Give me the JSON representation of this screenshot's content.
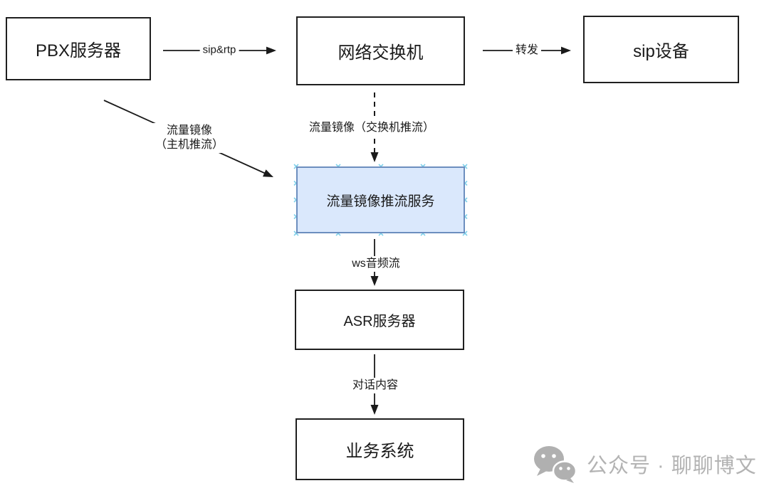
{
  "nodes": {
    "pbx": {
      "label": "PBX服务器"
    },
    "switch": {
      "label": "网络交换机"
    },
    "sip_device": {
      "label": "sip设备"
    },
    "mirror_service": {
      "label": "流量镜像推流服务"
    },
    "asr": {
      "label": "ASR服务器"
    },
    "biz": {
      "label": "业务系统"
    }
  },
  "edges": {
    "sip_rtp": {
      "label": "sip&rtp"
    },
    "forward": {
      "label": "转发"
    },
    "switch_mirror": {
      "label": "流量镜像（交换机推流）"
    },
    "host_mirror": {
      "line1": "流量镜像",
      "line2": "（主机推流）"
    },
    "ws_audio": {
      "label": "ws音频流"
    },
    "dialog": {
      "label": "对话内容"
    }
  },
  "watermark": {
    "text": "公众号 · 聊聊博文"
  },
  "colors": {
    "node_border": "#1f1f1f",
    "blue_node_fill": "#dae8fc",
    "blue_node_border": "#6c8ebf",
    "selection_handle": "#7fd0ea",
    "edge": "#1a1a1a",
    "watermark_gray": "#b3b3b3",
    "background": "#ffffff"
  }
}
